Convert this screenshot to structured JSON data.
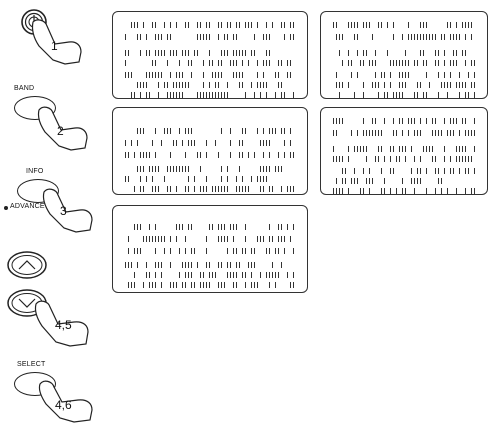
{
  "steps": [
    {
      "button_label": "",
      "icon": "power-icon",
      "step_number": "1"
    },
    {
      "button_label": "BAND",
      "step_number": "2"
    },
    {
      "button_label": "INFO",
      "sub_label": "ADVANCE",
      "step_number": "3"
    },
    {
      "button_label": "",
      "icon": "chevron-up-icon",
      "step_number": ""
    },
    {
      "button_label": "",
      "icon": "chevron-down-icon",
      "step_number": "4,5"
    },
    {
      "button_label": "SELECT",
      "step_number": "4,6"
    }
  ],
  "colors": {
    "outline": "#222222",
    "background": "#ffffff"
  }
}
